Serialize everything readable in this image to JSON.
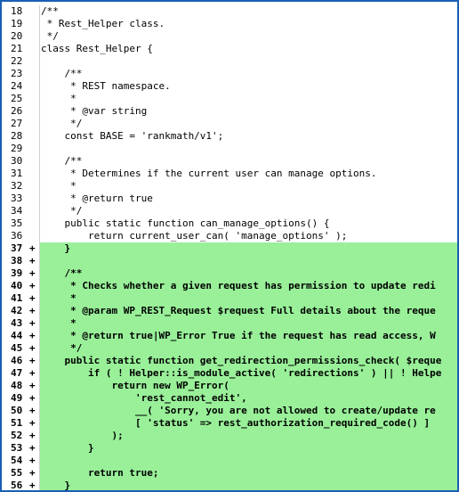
{
  "colors": {
    "border": "#1a5fb4",
    "added_background": "#99f099",
    "gutter_divider": "#cfcfcf"
  },
  "lines": [
    {
      "num": "18",
      "mark": "",
      "text": "/**",
      "added": false
    },
    {
      "num": "19",
      "mark": "",
      "text": " * Rest_Helper class.",
      "added": false
    },
    {
      "num": "20",
      "mark": "",
      "text": " */",
      "added": false
    },
    {
      "num": "21",
      "mark": "",
      "text": "class Rest_Helper {",
      "added": false
    },
    {
      "num": "22",
      "mark": "",
      "text": "",
      "added": false
    },
    {
      "num": "23",
      "mark": "",
      "text": "    /**",
      "added": false
    },
    {
      "num": "24",
      "mark": "",
      "text": "     * REST namespace.",
      "added": false
    },
    {
      "num": "25",
      "mark": "",
      "text": "     *",
      "added": false
    },
    {
      "num": "26",
      "mark": "",
      "text": "     * @var string",
      "added": false
    },
    {
      "num": "27",
      "mark": "",
      "text": "     */",
      "added": false
    },
    {
      "num": "28",
      "mark": "",
      "text": "    const BASE = 'rankmath/v1';",
      "added": false
    },
    {
      "num": "29",
      "mark": "",
      "text": "",
      "added": false
    },
    {
      "num": "30",
      "mark": "",
      "text": "    /**",
      "added": false
    },
    {
      "num": "31",
      "mark": "",
      "text": "     * Determines if the current user can manage options.",
      "added": false
    },
    {
      "num": "32",
      "mark": "",
      "text": "     *",
      "added": false
    },
    {
      "num": "33",
      "mark": "",
      "text": "     * @return true",
      "added": false
    },
    {
      "num": "34",
      "mark": "",
      "text": "     */",
      "added": false
    },
    {
      "num": "35",
      "mark": "",
      "text": "    public static function can_manage_options() {",
      "added": false
    },
    {
      "num": "36",
      "mark": "",
      "text": "        return current_user_can( 'manage_options' );",
      "added": false
    },
    {
      "num": "37",
      "mark": "+",
      "text": "    }",
      "added": true
    },
    {
      "num": "38",
      "mark": "+",
      "text": "",
      "added": true
    },
    {
      "num": "39",
      "mark": "+",
      "text": "    /**",
      "added": true
    },
    {
      "num": "40",
      "mark": "+",
      "text": "     * Checks whether a given request has permission to update redi",
      "added": true
    },
    {
      "num": "41",
      "mark": "+",
      "text": "     *",
      "added": true
    },
    {
      "num": "42",
      "mark": "+",
      "text": "     * @param WP_REST_Request $request Full details about the reque",
      "added": true
    },
    {
      "num": "43",
      "mark": "+",
      "text": "     *",
      "added": true
    },
    {
      "num": "44",
      "mark": "+",
      "text": "     * @return true|WP_Error True if the request has read access, W",
      "added": true
    },
    {
      "num": "45",
      "mark": "+",
      "text": "     */",
      "added": true
    },
    {
      "num": "46",
      "mark": "+",
      "text": "    public static function get_redirection_permissions_check( $reque",
      "added": true
    },
    {
      "num": "47",
      "mark": "+",
      "text": "        if ( ! Helper::is_module_active( 'redirections' ) || ! Helpe",
      "added": true
    },
    {
      "num": "48",
      "mark": "+",
      "text": "            return new WP_Error(",
      "added": true
    },
    {
      "num": "49",
      "mark": "+",
      "text": "                'rest_cannot_edit',",
      "added": true
    },
    {
      "num": "50",
      "mark": "+",
      "text": "                __( 'Sorry, you are not allowed to create/update re",
      "added": true
    },
    {
      "num": "51",
      "mark": "+",
      "text": "                [ 'status' => rest_authorization_required_code() ]",
      "added": true
    },
    {
      "num": "52",
      "mark": "+",
      "text": "            );",
      "added": true
    },
    {
      "num": "53",
      "mark": "+",
      "text": "        }",
      "added": true
    },
    {
      "num": "54",
      "mark": "+",
      "text": "",
      "added": true
    },
    {
      "num": "55",
      "mark": "+",
      "text": "        return true;",
      "added": true
    },
    {
      "num": "56",
      "mark": "+",
      "text": "    }",
      "added": true
    }
  ]
}
